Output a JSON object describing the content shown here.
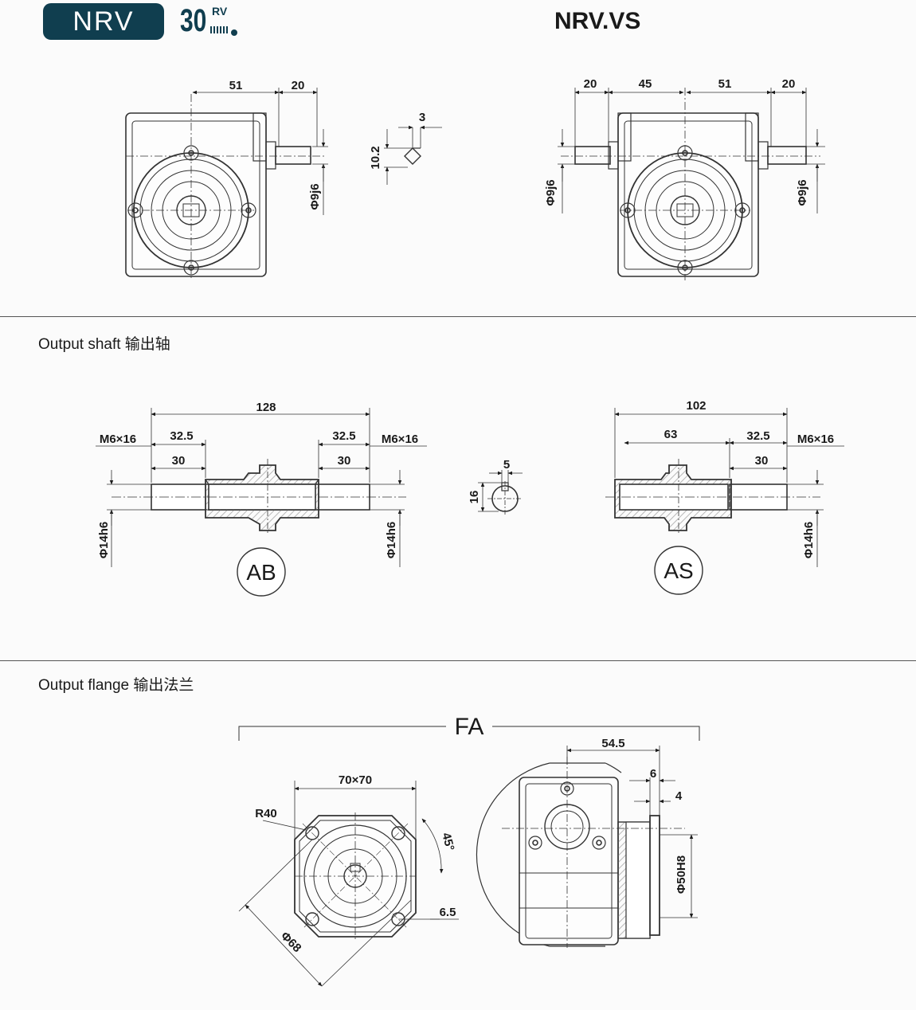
{
  "header": {
    "series": "NRV",
    "size": "30",
    "size_sup": "RV",
    "variant_title": "NRV.VS"
  },
  "sections": {
    "output_shaft": "Output shaft 输出轴",
    "output_flange": "Output flange  输出法兰"
  },
  "top_left": {
    "dim_51": "51",
    "dim_20": "20",
    "shaft_dia": "Φ9j6",
    "key_width": "3",
    "key_height": "10.2"
  },
  "top_right": {
    "dim_20a": "20",
    "dim_45": "45",
    "dim_51": "51",
    "dim_20b": "20",
    "shaft_dia_left": "Φ9j6",
    "shaft_dia_right": "Φ9j6"
  },
  "ab": {
    "total": "128",
    "thread_left": "M6×16",
    "thread_right": "M6×16",
    "seg_left": "32.5",
    "seg_right": "32.5",
    "inner_left": "30",
    "inner_right": "30",
    "dia_left": "Φ14h6",
    "dia_right": "Φ14h6",
    "label": "AB"
  },
  "key_section": {
    "width": "5",
    "height": "16"
  },
  "as": {
    "total": "102",
    "seg_63": "63",
    "seg_32_5": "32.5",
    "inner_30": "30",
    "thread": "M6×16",
    "dia": "Φ14h6",
    "label": "AS"
  },
  "fa": {
    "label": "FA",
    "square": "70×70",
    "radius": "R40",
    "angle": "45°",
    "hole": "6.5",
    "pcd": "Φ68",
    "length": "54.5",
    "flange_thk": "6",
    "spigot": "4",
    "spigot_dia": "Φ50H8"
  },
  "colors": {
    "badge": "#103e4f",
    "line": "#1a1a1a",
    "hatch": "#b8b8b8"
  }
}
